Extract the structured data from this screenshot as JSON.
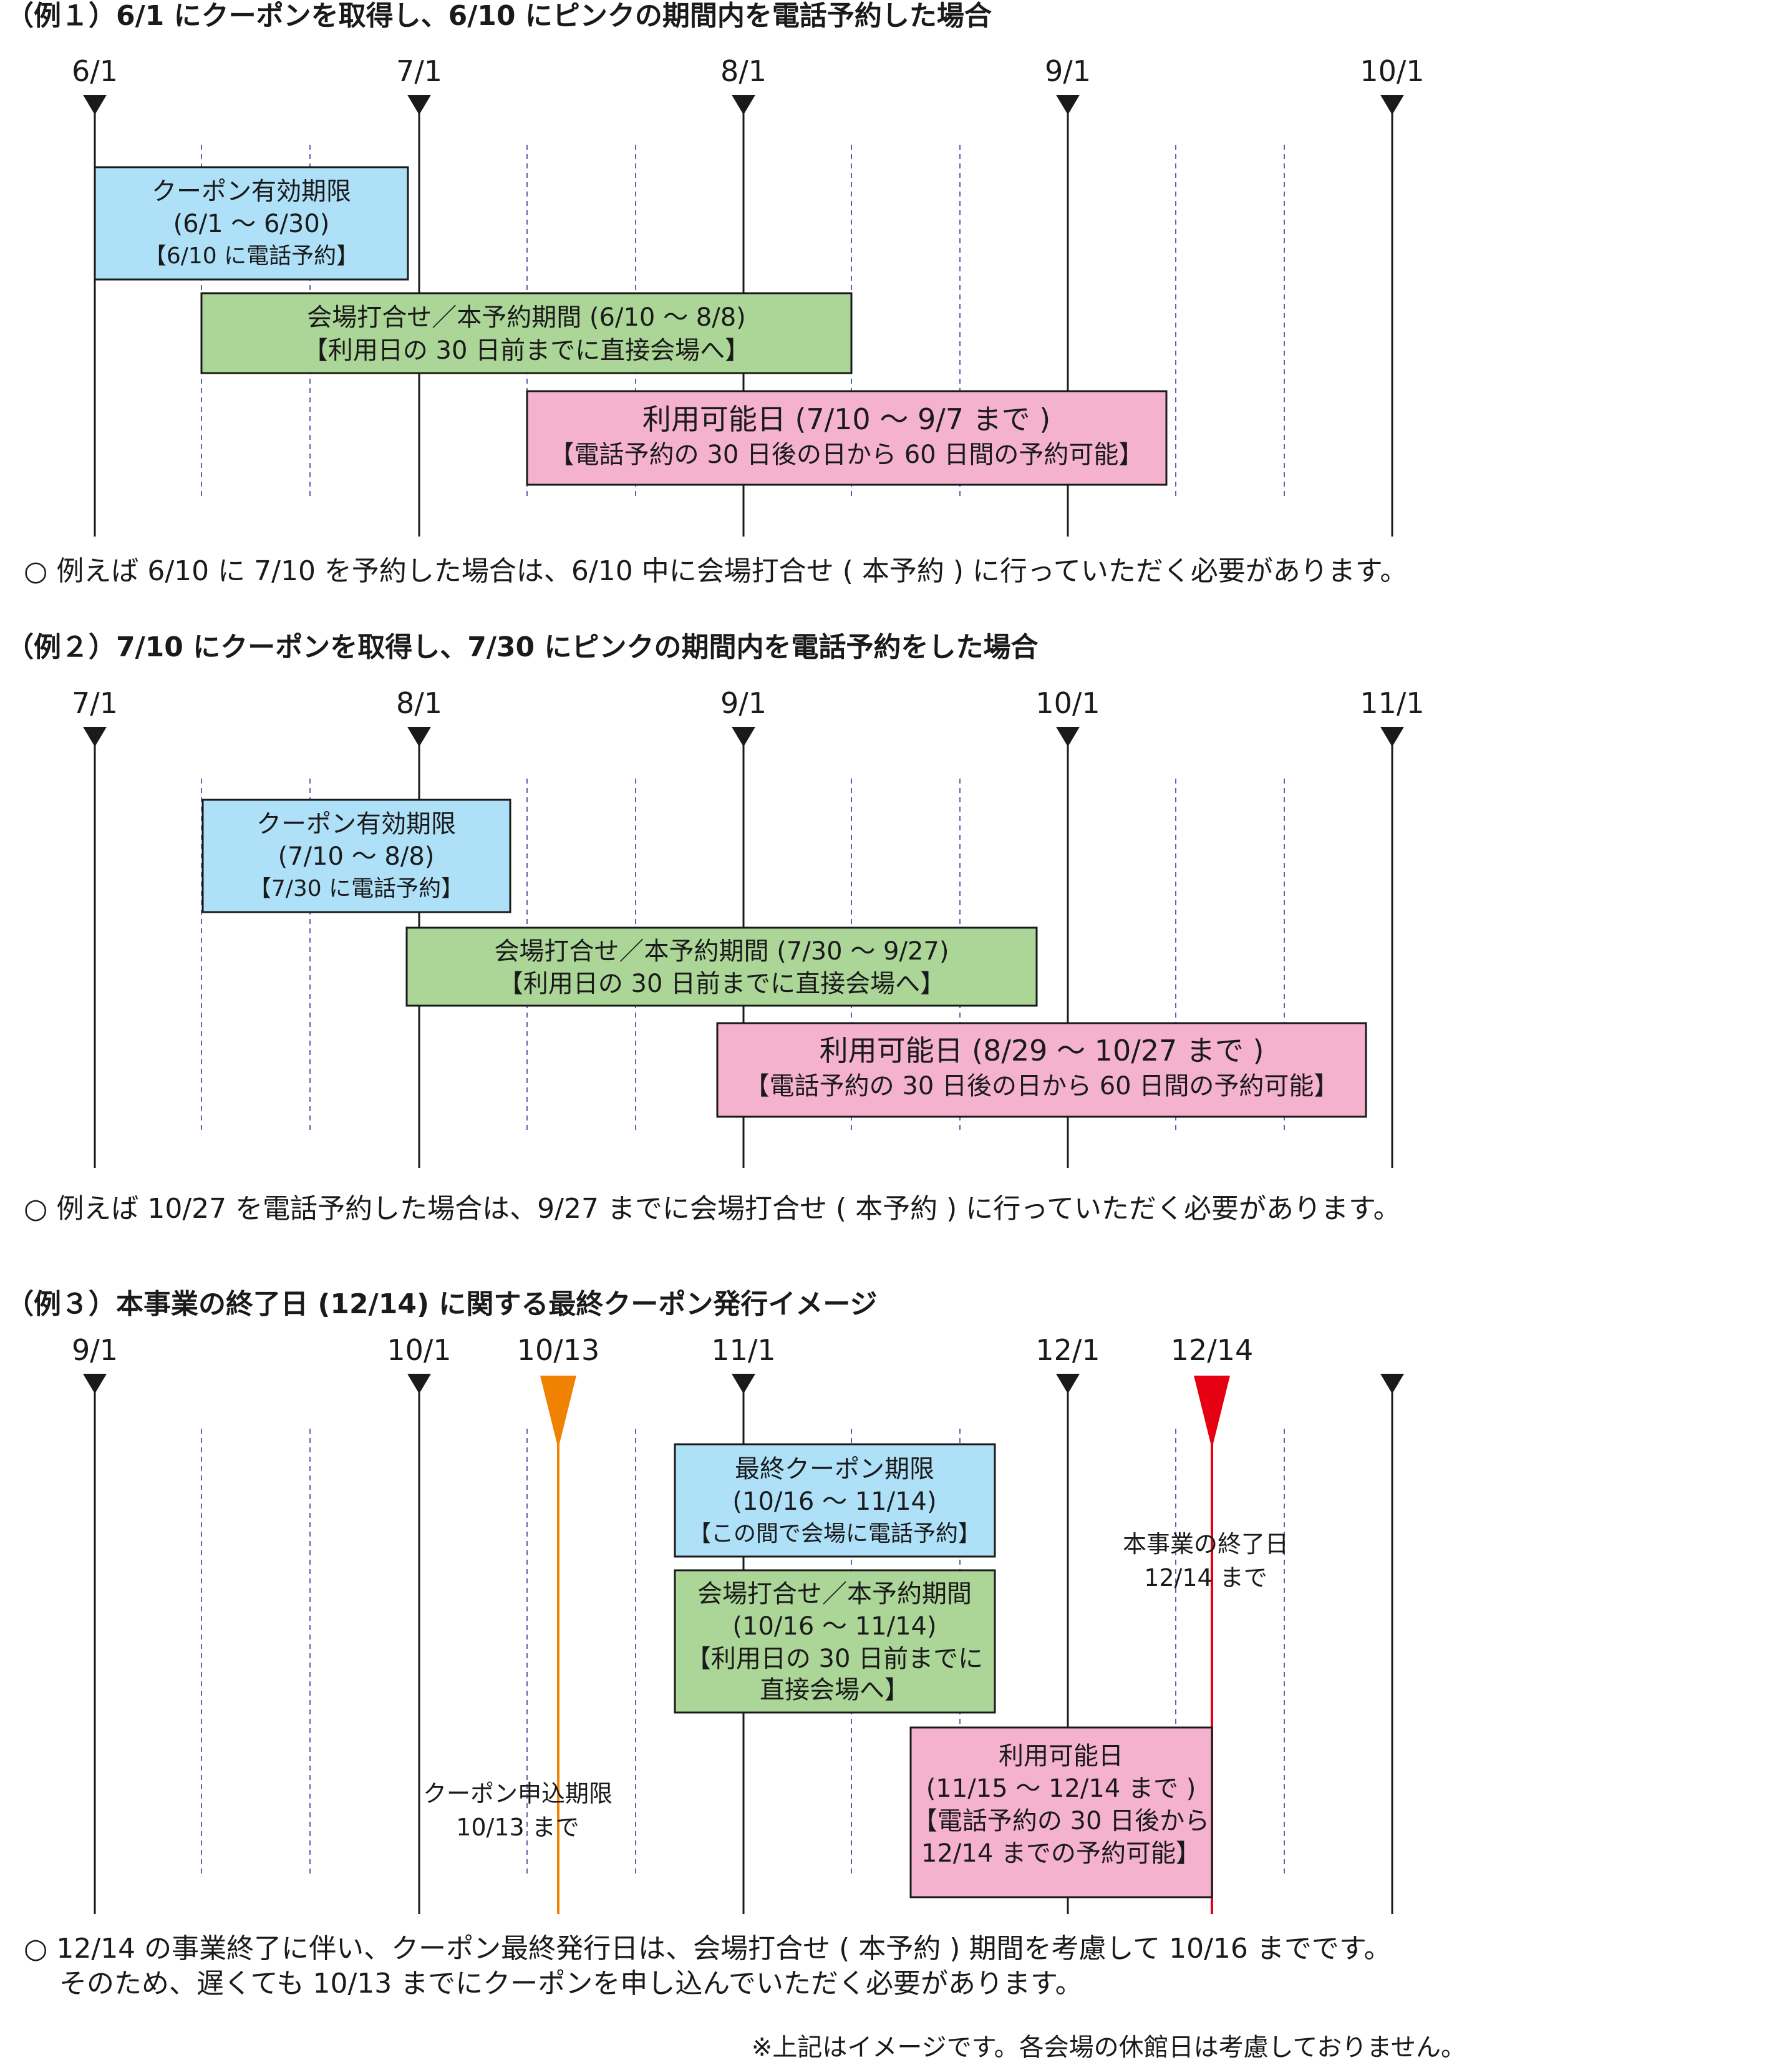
{
  "colors": {
    "blue": "#aee0f8",
    "green": "#acd598",
    "pink": "#f5b2cf",
    "dashed": "#5a63b0",
    "orange": "#ef8200",
    "red": "#e60012",
    "line": "#1a1a1a"
  },
  "examples": [
    {
      "header": "（例１）6/1 にクーポンを取得し、6/10 にピンクの期間内を電話予約した場合",
      "ticks": [
        "6/1",
        "7/1",
        "8/1",
        "9/1",
        "10/1"
      ],
      "boxes": [
        {
          "color": "blue",
          "lines": [
            "クーポン有効期限",
            "(6/1 ～ 6/30)",
            "【6/10 に電話予約】"
          ]
        },
        {
          "color": "green",
          "lines": [
            "会場打合せ／本予約期間 (6/10 ～ 8/8)",
            "【利用日の 30 日前までに直接会場へ】"
          ]
        },
        {
          "color": "pink",
          "lines": [
            "利用可能日 (7/10 ～ 9/7 まで )",
            "【電話予約の 30 日後の日から 60 日間の予約可能】"
          ]
        }
      ],
      "note": "○ 例えば 6/10 に 7/10 を予約した場合は、6/10 中に会場打合せ ( 本予約 ) に行っていただく必要があります。"
    },
    {
      "header": "（例２）7/10 にクーポンを取得し、7/30 にピンクの期間内を電話予約をした場合",
      "ticks": [
        "7/1",
        "8/1",
        "9/1",
        "10/1",
        "11/1"
      ],
      "boxes": [
        {
          "color": "blue",
          "lines": [
            "クーポン有効期限",
            "(7/10 ～ 8/8)",
            "【7/30 に電話予約】"
          ]
        },
        {
          "color": "green",
          "lines": [
            "会場打合せ／本予約期間 (7/30 ～ 9/27)",
            "【利用日の 30 日前までに直接会場へ】"
          ]
        },
        {
          "color": "pink",
          "lines": [
            "利用可能日 (8/29 ～ 10/27 まで )",
            "【電話予約の 30 日後の日から 60 日間の予約可能】"
          ]
        }
      ],
      "note": "○ 例えば 10/27 を電話予約した場合は、9/27 までに会場打合せ ( 本予約 ) に行っていただく必要があります。"
    },
    {
      "header": "（例３）本事業の終了日 (12/14) に関する最終クーポン発行イメージ",
      "ticks": [
        "9/1",
        "10/1",
        "11/1",
        "12/1",
        ""
      ],
      "markers": [
        {
          "label": "10/13",
          "color": "orange",
          "annotation": [
            "クーポン申込期限",
            "10/13 まで"
          ]
        },
        {
          "label": "12/14",
          "color": "red",
          "annotation": [
            "本事業の終了日",
            "12/14 まで"
          ]
        }
      ],
      "boxes": [
        {
          "color": "blue",
          "lines": [
            "最終クーポン期限",
            "(10/16 ～ 11/14)",
            "【この間で会場に電話予約】"
          ]
        },
        {
          "color": "green",
          "lines": [
            "会場打合せ／本予約期間",
            "(10/16 ～ 11/14)",
            "【利用日の 30 日前までに",
            "直接会場へ】"
          ]
        },
        {
          "color": "pink",
          "lines": [
            "利用可能日",
            "(11/15 ～ 12/14 まで )",
            "【電話予約の 30 日後から",
            "12/14 までの予約可能】"
          ]
        }
      ],
      "note": [
        "○ 12/14 の事業終了に伴い、クーポン最終発行日は、会場打合せ ( 本予約 ) 期間を考慮して 10/16 までです。",
        "そのため、遅くても 10/13 までにクーポンを申し込んでいただく必要があります。"
      ]
    }
  ],
  "footnote": "※上記はイメージです。各会場の休館日は考慮しておりません。"
}
